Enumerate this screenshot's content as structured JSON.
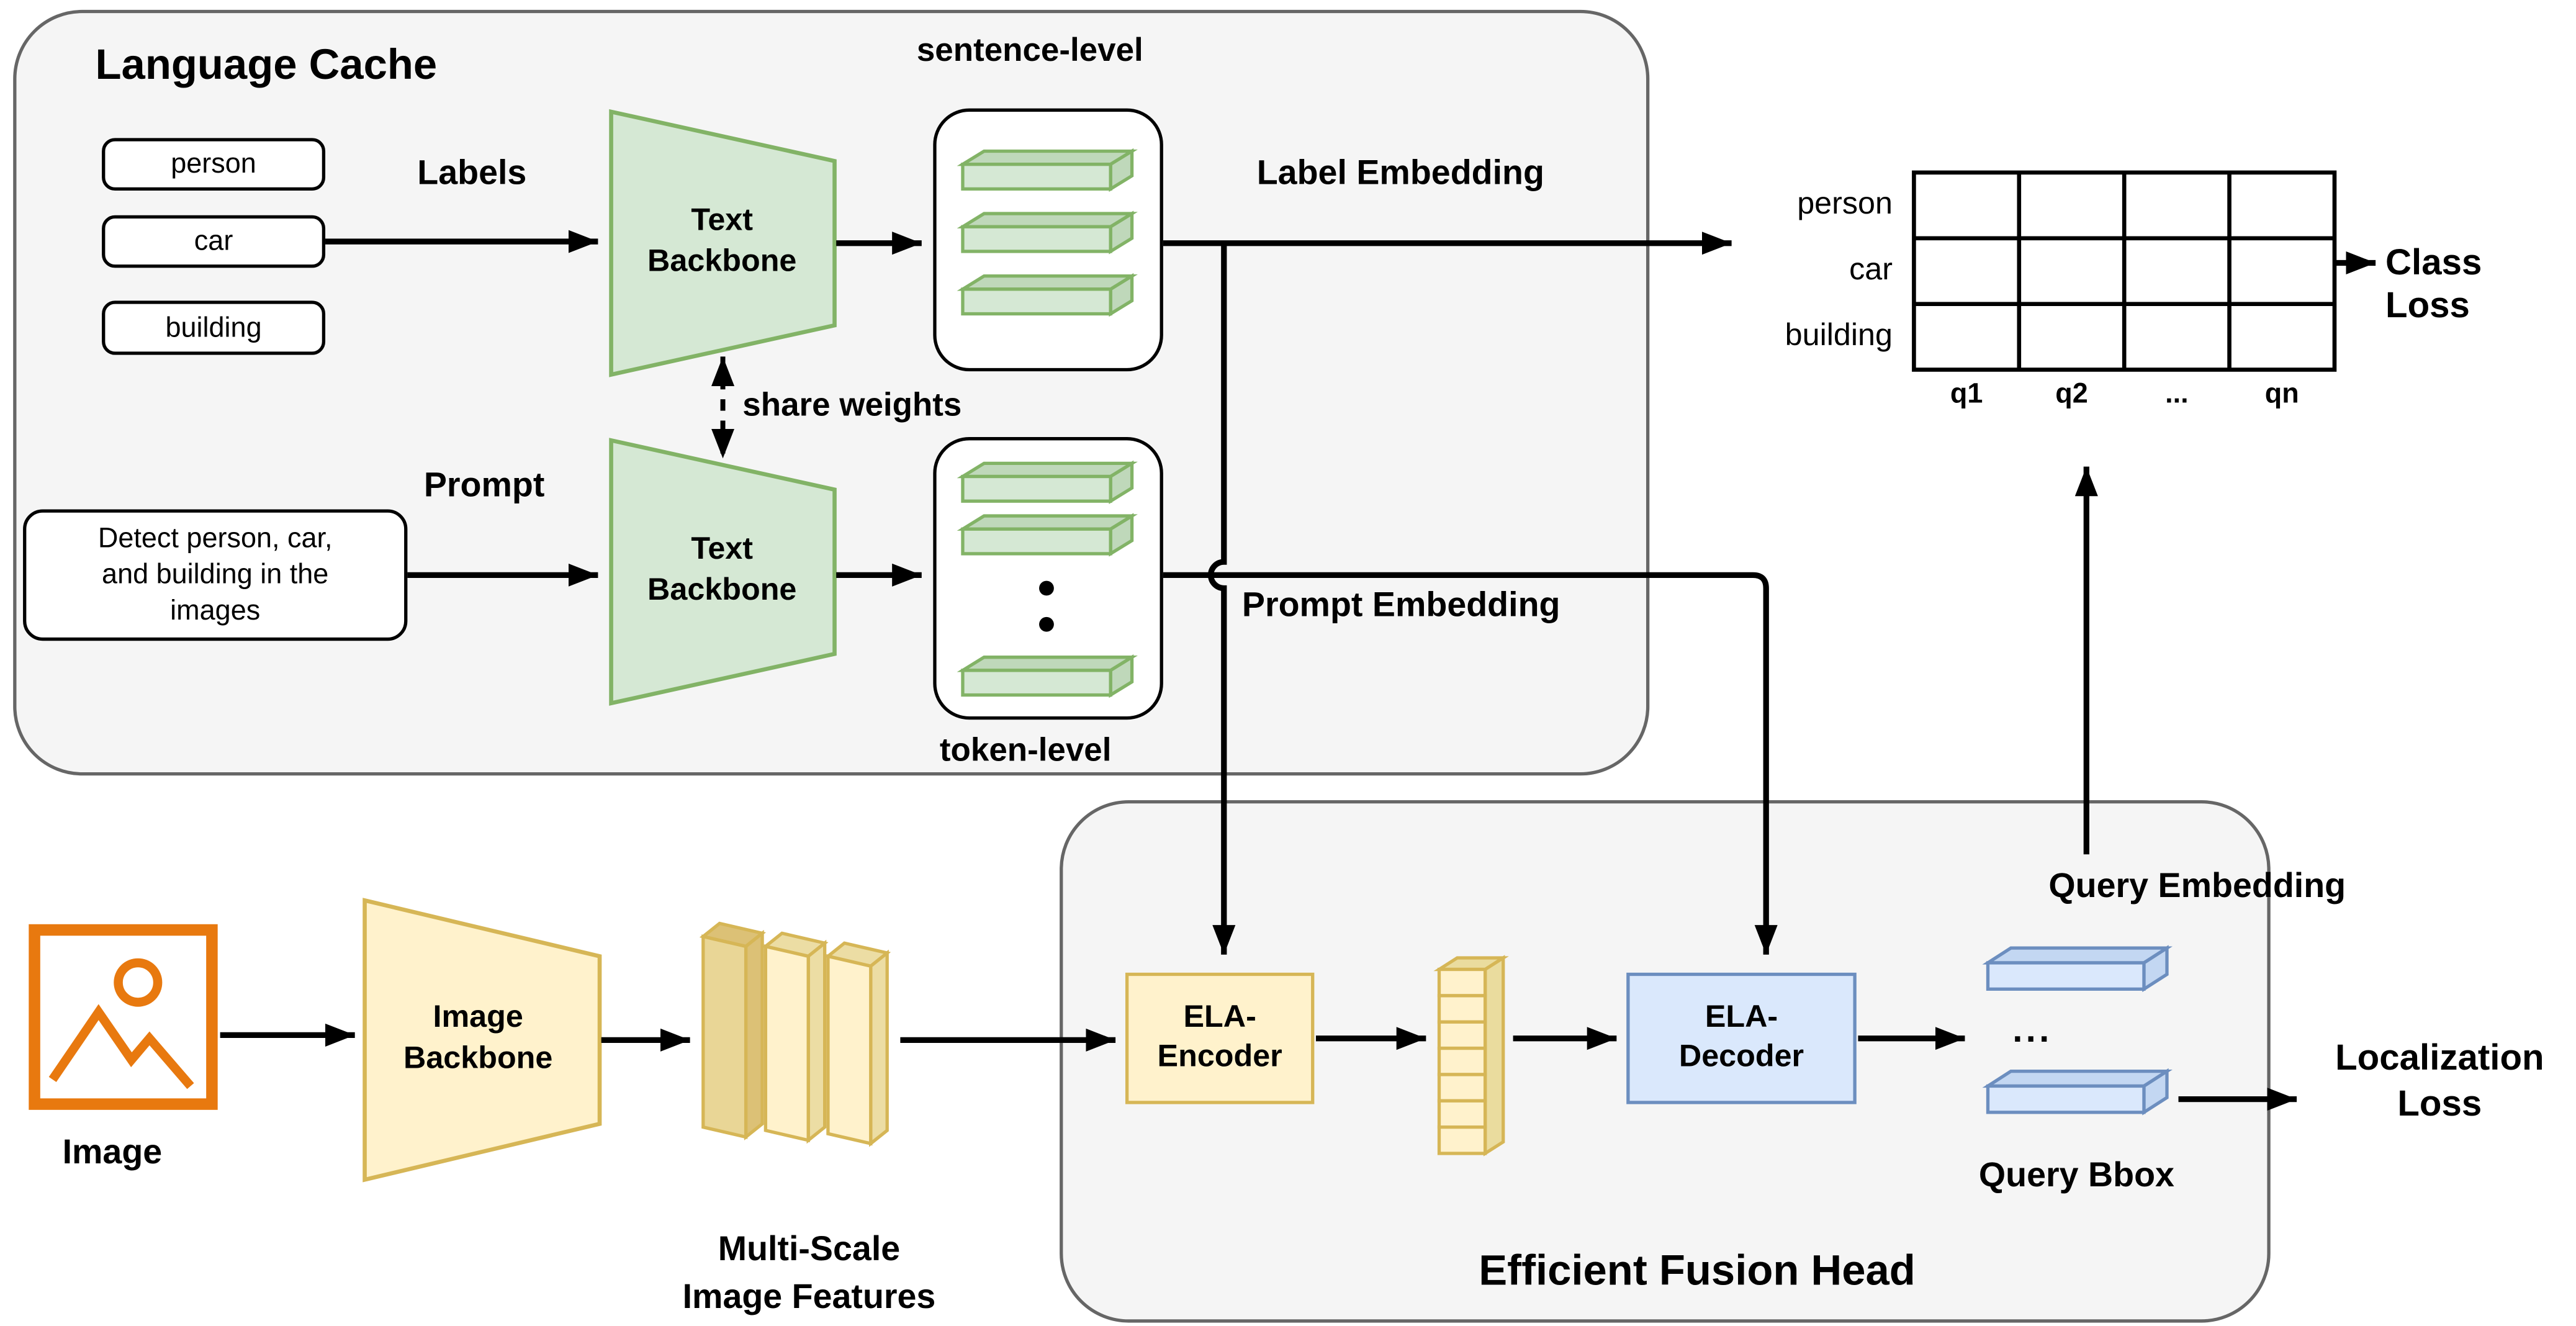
{
  "colors": {
    "container_fill": "#f5f5f5",
    "container_border": "#666666",
    "green_fill": "#d5e8d4",
    "green_border": "#82b366",
    "yellow_fill": "#fff2cc",
    "yellow_border": "#d6b656",
    "blue_fill": "#dae8fc",
    "blue_border": "#6c8ebf",
    "orange": "#e8790f",
    "arrow": "#000000"
  },
  "language_cache": {
    "title": "Language Cache",
    "label_items": [
      "person",
      "car",
      "building"
    ],
    "labels_caption": "Labels",
    "text_backbone": "Text Backbone",
    "share_weights": "share weights",
    "prompt_caption": "Prompt",
    "prompt_text": "Detect person, car,\nand building in the\nimages",
    "sentence_level": "sentence-level",
    "token_level": "token-level"
  },
  "embeddings": {
    "label_embedding": "Label Embedding",
    "prompt_embedding": "Prompt Embedding"
  },
  "class_matrix": {
    "rows": 3,
    "cols": 4,
    "row_labels": [
      "person",
      "car",
      "building"
    ],
    "col_labels": [
      "q1",
      "q2",
      "...",
      "qn"
    ]
  },
  "losses": {
    "class_loss": "Class Loss",
    "localization_loss": "Localization\nLoss"
  },
  "image_branch": {
    "caption": "Image",
    "backbone": "Image Backbone",
    "features_label": "Multi-Scale\nImage Features"
  },
  "fusion_head": {
    "title": "Efficient Fusion Head",
    "encoder": "ELA-\nEncoder",
    "decoder": "ELA-\nDecoder",
    "query_embedding": "Query Embedding",
    "query_dots": "...",
    "query_bbox": "Query Bbox"
  }
}
